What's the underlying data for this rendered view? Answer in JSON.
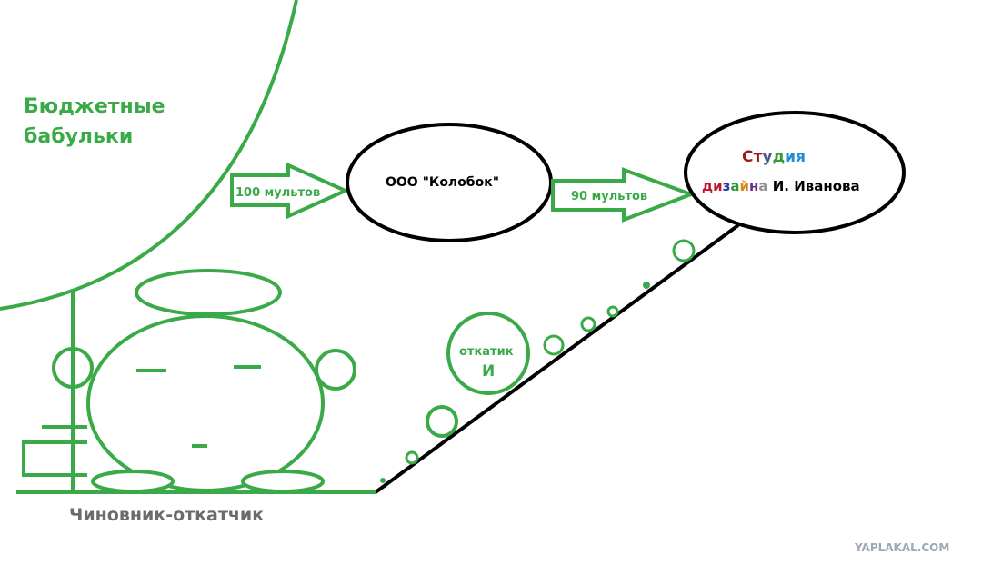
{
  "budget": {
    "line1": "Бюджетные",
    "line2": "бабульки"
  },
  "arrow1": {
    "label": "100 мультов"
  },
  "kolobok": {
    "label": "ООО \"Колобок\""
  },
  "arrow2": {
    "label": "90 мультов"
  },
  "studio": {
    "word1_letters": [
      "С",
      "т",
      "у",
      "д",
      "и",
      "я"
    ],
    "word2_letters": [
      "д",
      "и",
      "з",
      "а",
      "й",
      "н",
      "а"
    ],
    "letter_colors": [
      "#a0171b",
      "#a0171b",
      "#4a5a8a",
      "#3a9a3a",
      "#1e8fd0",
      "#1e8fd0",
      "#c0182b",
      "#c0182b",
      "#2233aa",
      "#2a9a3a",
      "#d08a1a",
      "#6a2a90",
      "#909090"
    ],
    "rest": " И. Иванова"
  },
  "kickback": {
    "line1": "откатик",
    "line2": "И"
  },
  "official": {
    "label": "Чиновник-откатчик"
  },
  "watermark": {
    "text": "YAPLAKAL.COM"
  },
  "colors": {
    "green": "#3aaa48",
    "black": "#000000",
    "gray": "#6b6b6b",
    "watermark": "#9aa8b8"
  }
}
